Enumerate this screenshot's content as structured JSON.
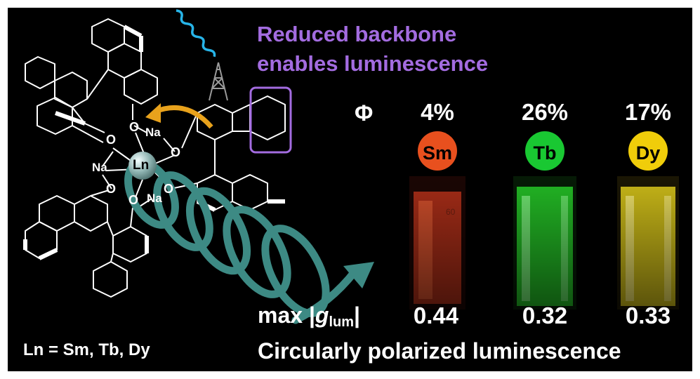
{
  "headline": {
    "line1": "Reduced backbone",
    "line2": "enables luminescence"
  },
  "quantum_yield_label": "Φ",
  "lanthanides": [
    {
      "symbol": "Sm",
      "quantum_yield": "4%",
      "g_lum": "0.44",
      "ball_color": "#e8501e",
      "glow_color": "#ff5a28"
    },
    {
      "symbol": "Tb",
      "quantum_yield": "26%",
      "g_lum": "0.32",
      "ball_color": "#19c832",
      "glow_color": "#3cff3c"
    },
    {
      "symbol": "Dy",
      "quantum_yield": "17%",
      "g_lum": "0.33",
      "ball_color": "#f0cd0a",
      "glow_color": "#ffe21a"
    }
  ],
  "g_lum_label": {
    "prefix": "max |",
    "g": "g",
    "sub": "lum",
    "suffix": "|"
  },
  "footer": "Circularly polarized luminescence",
  "ln_definition": "Ln = Sm, Tb, Dy",
  "structure": {
    "center_atom": "Ln",
    "oxygen": "O",
    "sodium": "Na",
    "cuvette_mark": "60"
  },
  "colors": {
    "background": "#000000",
    "headline": "#a36ce0",
    "highlight_box": "#a36ce0",
    "helix": "#3d8a84",
    "energy_arrow": "#e8a21c",
    "excitation_wave": "#27b4e8"
  }
}
